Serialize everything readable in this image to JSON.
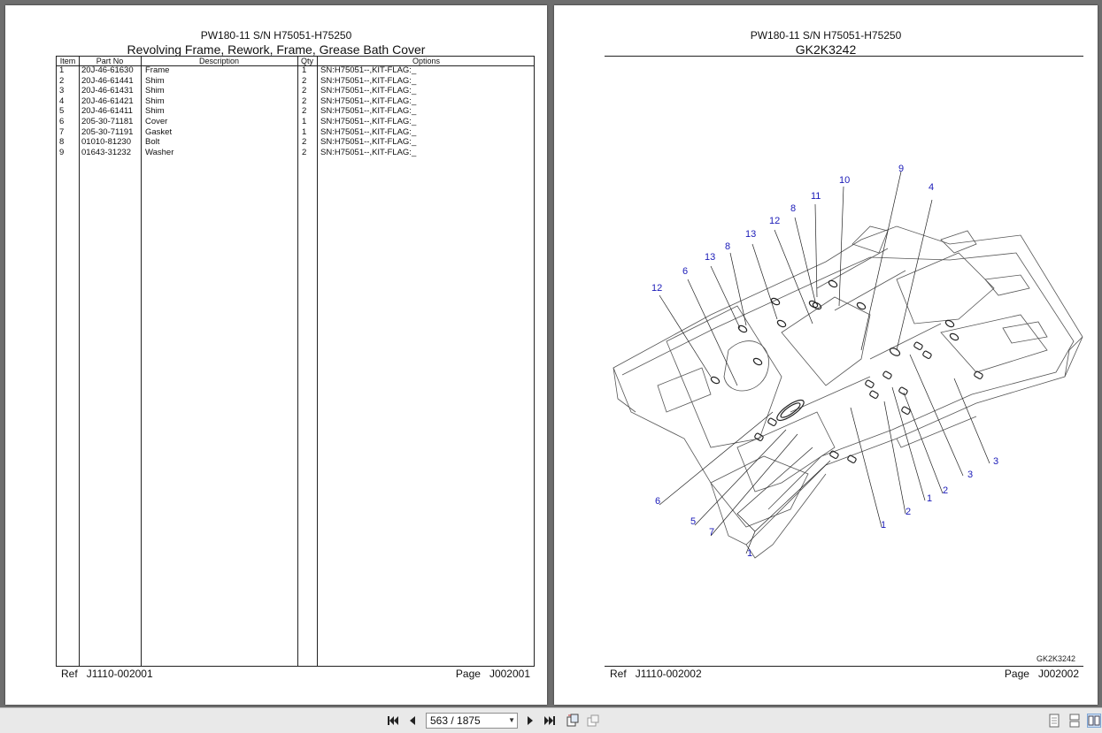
{
  "left_page": {
    "title": "PW180-11 S/N H75051-H75250",
    "subtitle": "Revolving Frame, Rework, Frame, Grease Bath Cover",
    "table": {
      "headers": [
        "Item",
        "Part No",
        "Description",
        "Qty",
        "Options"
      ],
      "rows": [
        [
          "1",
          "20J-46-61630",
          "Frame",
          "1",
          "SN:H75051--,KIT-FLAG:_"
        ],
        [
          "2",
          "20J-46-61441",
          "Shim",
          "2",
          "SN:H75051--,KIT-FLAG:_"
        ],
        [
          "3",
          "20J-46-61431",
          "Shim",
          "2",
          "SN:H75051--,KIT-FLAG:_"
        ],
        [
          "4",
          "20J-46-61421",
          "Shim",
          "2",
          "SN:H75051--,KIT-FLAG:_"
        ],
        [
          "5",
          "20J-46-61411",
          "Shim",
          "2",
          "SN:H75051--,KIT-FLAG:_"
        ],
        [
          "6",
          "205-30-71181",
          "Cover",
          "1",
          "SN:H75051--,KIT-FLAG:_"
        ],
        [
          "7",
          "205-30-71191",
          "Gasket",
          "1",
          "SN:H75051--,KIT-FLAG:_"
        ],
        [
          "8",
          "01010-81230",
          "Bolt",
          "2",
          "SN:H75051--,KIT-FLAG:_"
        ],
        [
          "9",
          "01643-31232",
          "Washer",
          "2",
          "SN:H75051--,KIT-FLAG:_"
        ]
      ]
    },
    "footer_ref_label": "Ref",
    "footer_ref": "J1110-002001",
    "footer_page_label": "Page",
    "footer_page": "J002001"
  },
  "right_page": {
    "title": "PW180-11 S/N H75051-H75250",
    "subtitle": "GK2K3242",
    "figure_code": "GK2K3242",
    "callouts": [
      "9",
      "10",
      "11",
      "4",
      "8",
      "12",
      "13",
      "8",
      "13",
      "6",
      "12",
      "3",
      "3",
      "2",
      "1",
      "2",
      "1",
      "6",
      "5",
      "7",
      "1"
    ],
    "footer_ref_label": "Ref",
    "footer_ref": "J1110-002002",
    "footer_page_label": "Page",
    "footer_page": "J002002"
  },
  "toolbar": {
    "page_indicator": "563 / 1875",
    "icons": [
      "first-page-icon",
      "prev-page-icon",
      "next-page-icon",
      "last-page-icon",
      "rotate-view-icon",
      "fit-page-icon",
      "single-page-icon",
      "continuous-page-icon",
      "two-page-icon"
    ]
  },
  "colors": {
    "callout": "#1a1ab8",
    "background": "#6e6e6e"
  }
}
